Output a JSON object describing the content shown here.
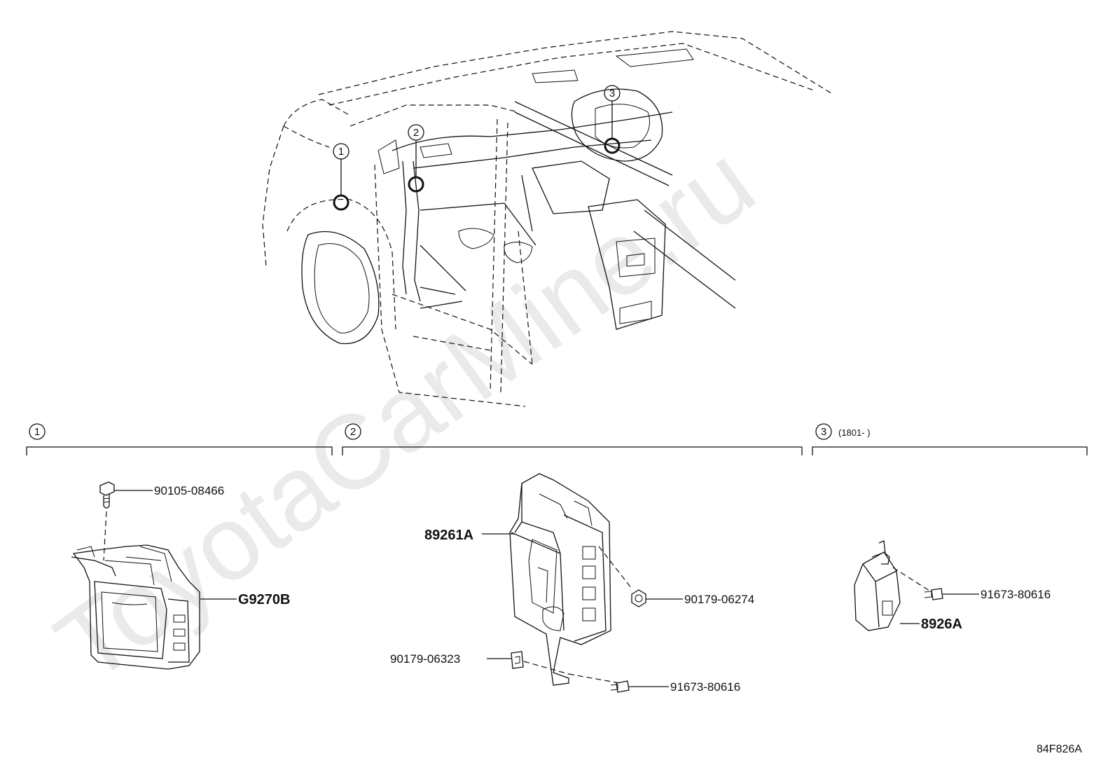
{
  "watermark": "ToyotaCarMine.ru",
  "diagram_code": "84F826A",
  "locations": [
    {
      "num": "1"
    },
    {
      "num": "2"
    },
    {
      "num": "3"
    }
  ],
  "sections": [
    {
      "num": "1",
      "range": ""
    },
    {
      "num": "2",
      "range": ""
    },
    {
      "num": "3",
      "range": "(1801-      )"
    }
  ],
  "parts": {
    "s1_bolt": "90105-08466",
    "s1_module": "G9270B",
    "s2_module": "89261A",
    "s2_nut": "90179-06274",
    "s2_clip": "90179-06323",
    "s2_bolt": "91673-80616",
    "s3_bolt": "91673-80616",
    "s3_module": "8926A"
  }
}
